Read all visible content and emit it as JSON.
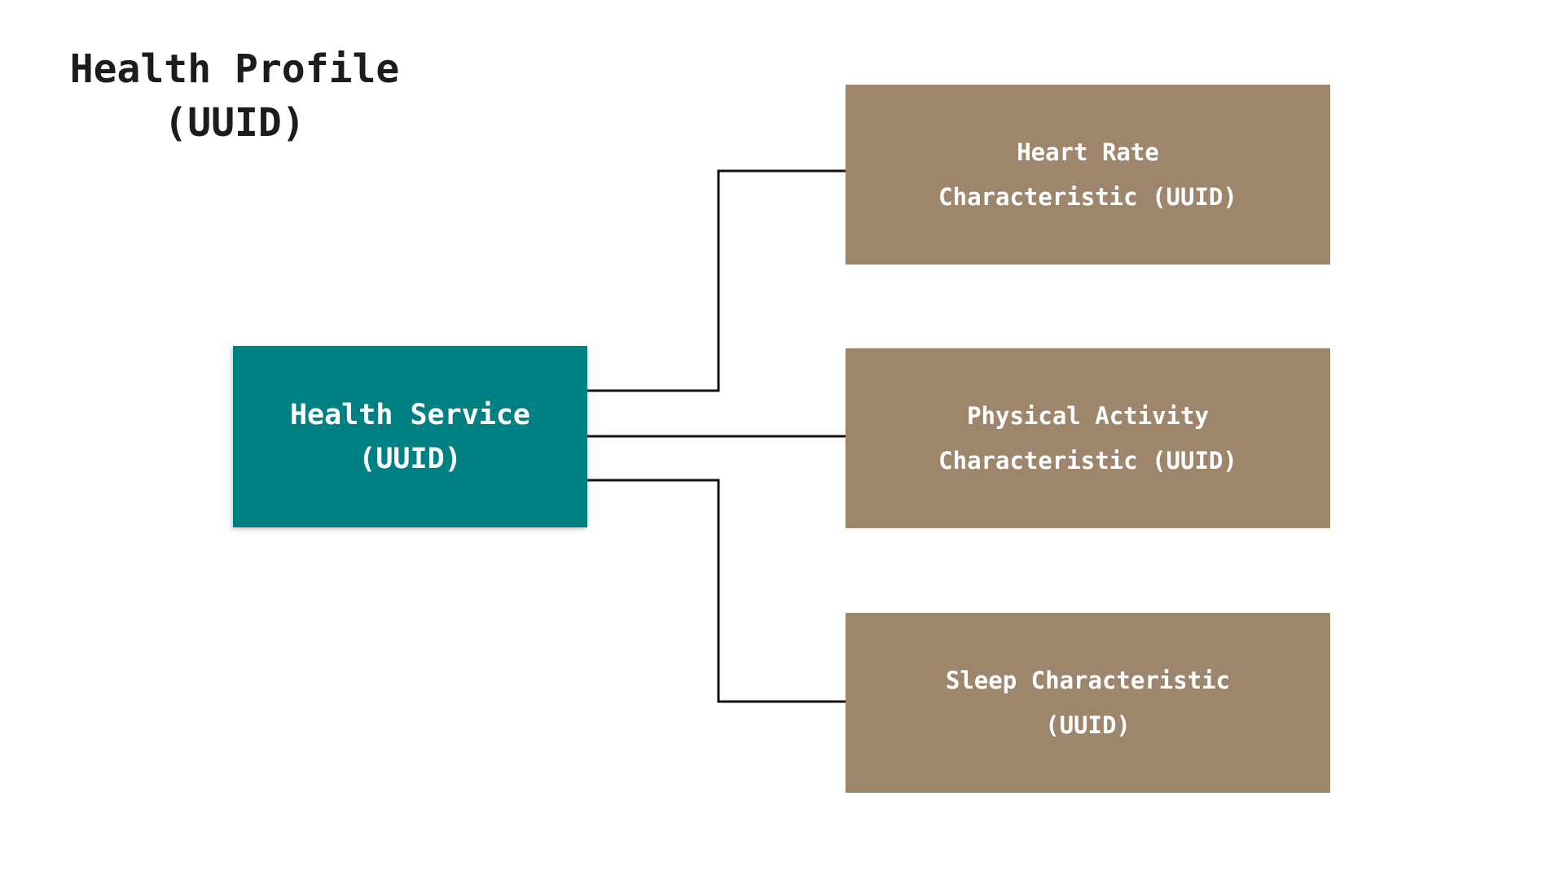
{
  "title": {
    "line1": "Health Profile",
    "line2": "(UUID)"
  },
  "service_box": {
    "line1": "Health Service",
    "line2": "(UUID)"
  },
  "characteristic_boxes": [
    {
      "line1": "Heart Rate",
      "line2": "Characteristic (UUID)"
    },
    {
      "line1": "Physical Activity",
      "line2": "Characteristic (UUID)"
    },
    {
      "line1": "Sleep Characteristic",
      "line2": "(UUID)"
    }
  ],
  "colors": {
    "service_box": "#008083",
    "characteristic_box": "#9E866C",
    "connector": "#141210",
    "title_text": "#1C1C1C",
    "box_text": "#FFFFFF"
  }
}
